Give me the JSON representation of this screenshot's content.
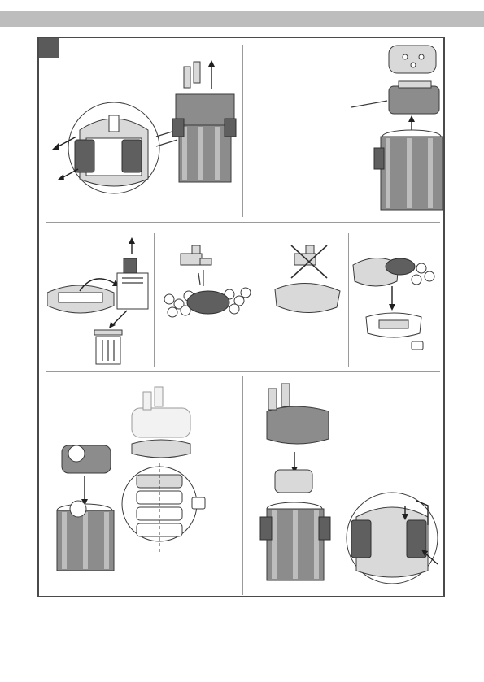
{
  "document": {
    "type": "manual-illustration-page",
    "colors": {
      "header_band": "#bdbdbd",
      "frame_border": "#4a4a4a",
      "step_badge": "#5a5a5a",
      "divider": "#9a9a9a"
    },
    "panels": [
      {
        "id": "remove-clips-and-lid",
        "icons": [
          "canister-icon",
          "clip-icon",
          "arrow-up-icon",
          "arrow-out-icon",
          "magnifier-circle-icon"
        ]
      },
      {
        "id": "lift-basket",
        "icons": [
          "canister-icon",
          "basket-icon",
          "sponge-plate-icon",
          "arrow-up-icon"
        ]
      },
      {
        "id": "discard-fine-pad",
        "icons": [
          "basket-icon",
          "filter-pad-icon",
          "trash-bin-icon",
          "arrow-icon"
        ]
      },
      {
        "id": "rinse-media",
        "icons": [
          "tap-icon",
          "water-drops-icon",
          "ceramic-rings-icon",
          "sponge-icon"
        ]
      },
      {
        "id": "do-not-rinse-fine-pad",
        "icons": [
          "tap-crossed-icon",
          "filter-pad-icon"
        ]
      },
      {
        "id": "reload-basket",
        "icons": [
          "media-stack-icon",
          "basket-icon",
          "arrow-down-icon",
          "note-box-icon"
        ]
      },
      {
        "id": "reassemble-basket",
        "icons": [
          "canister-icon",
          "basket-icon",
          "lid-icon",
          "stacked-baskets-icon",
          "arrow-down-icon",
          "note-box-icon"
        ]
      },
      {
        "id": "close-and-clip",
        "icons": [
          "canister-icon",
          "lid-icon",
          "sponge-plate-icon",
          "clip-icon",
          "arrow-down-icon",
          "magnifier-circle-icon"
        ]
      }
    ]
  }
}
